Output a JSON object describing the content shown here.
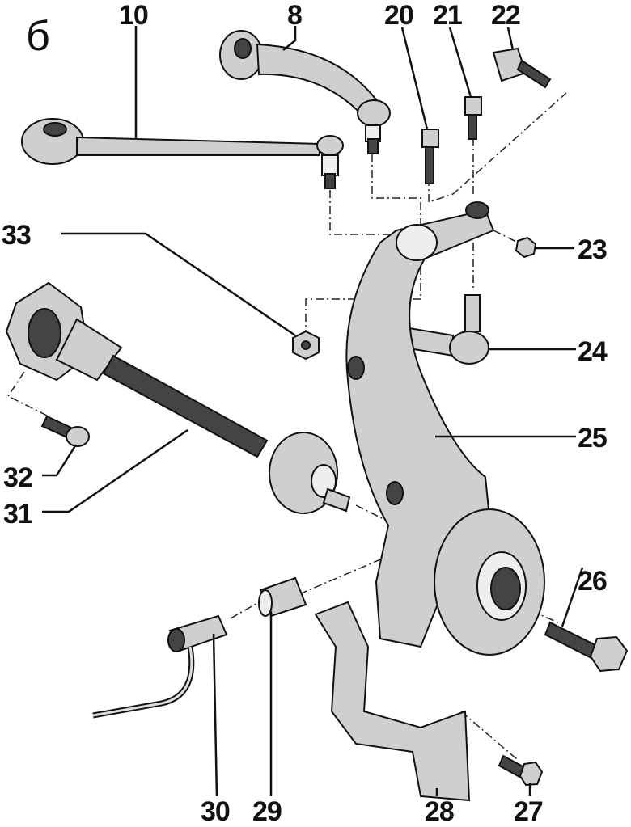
{
  "figure_letter": "б",
  "labels": {
    "l10": "10",
    "l8": "8",
    "l20": "20",
    "l21": "21",
    "l22": "22",
    "l33": "33",
    "l23": "23",
    "l24": "24",
    "l25": "25",
    "l26": "26",
    "l32": "32",
    "l31": "31",
    "l30": "30",
    "l29": "29",
    "l28": "28",
    "l27": "27"
  }
}
